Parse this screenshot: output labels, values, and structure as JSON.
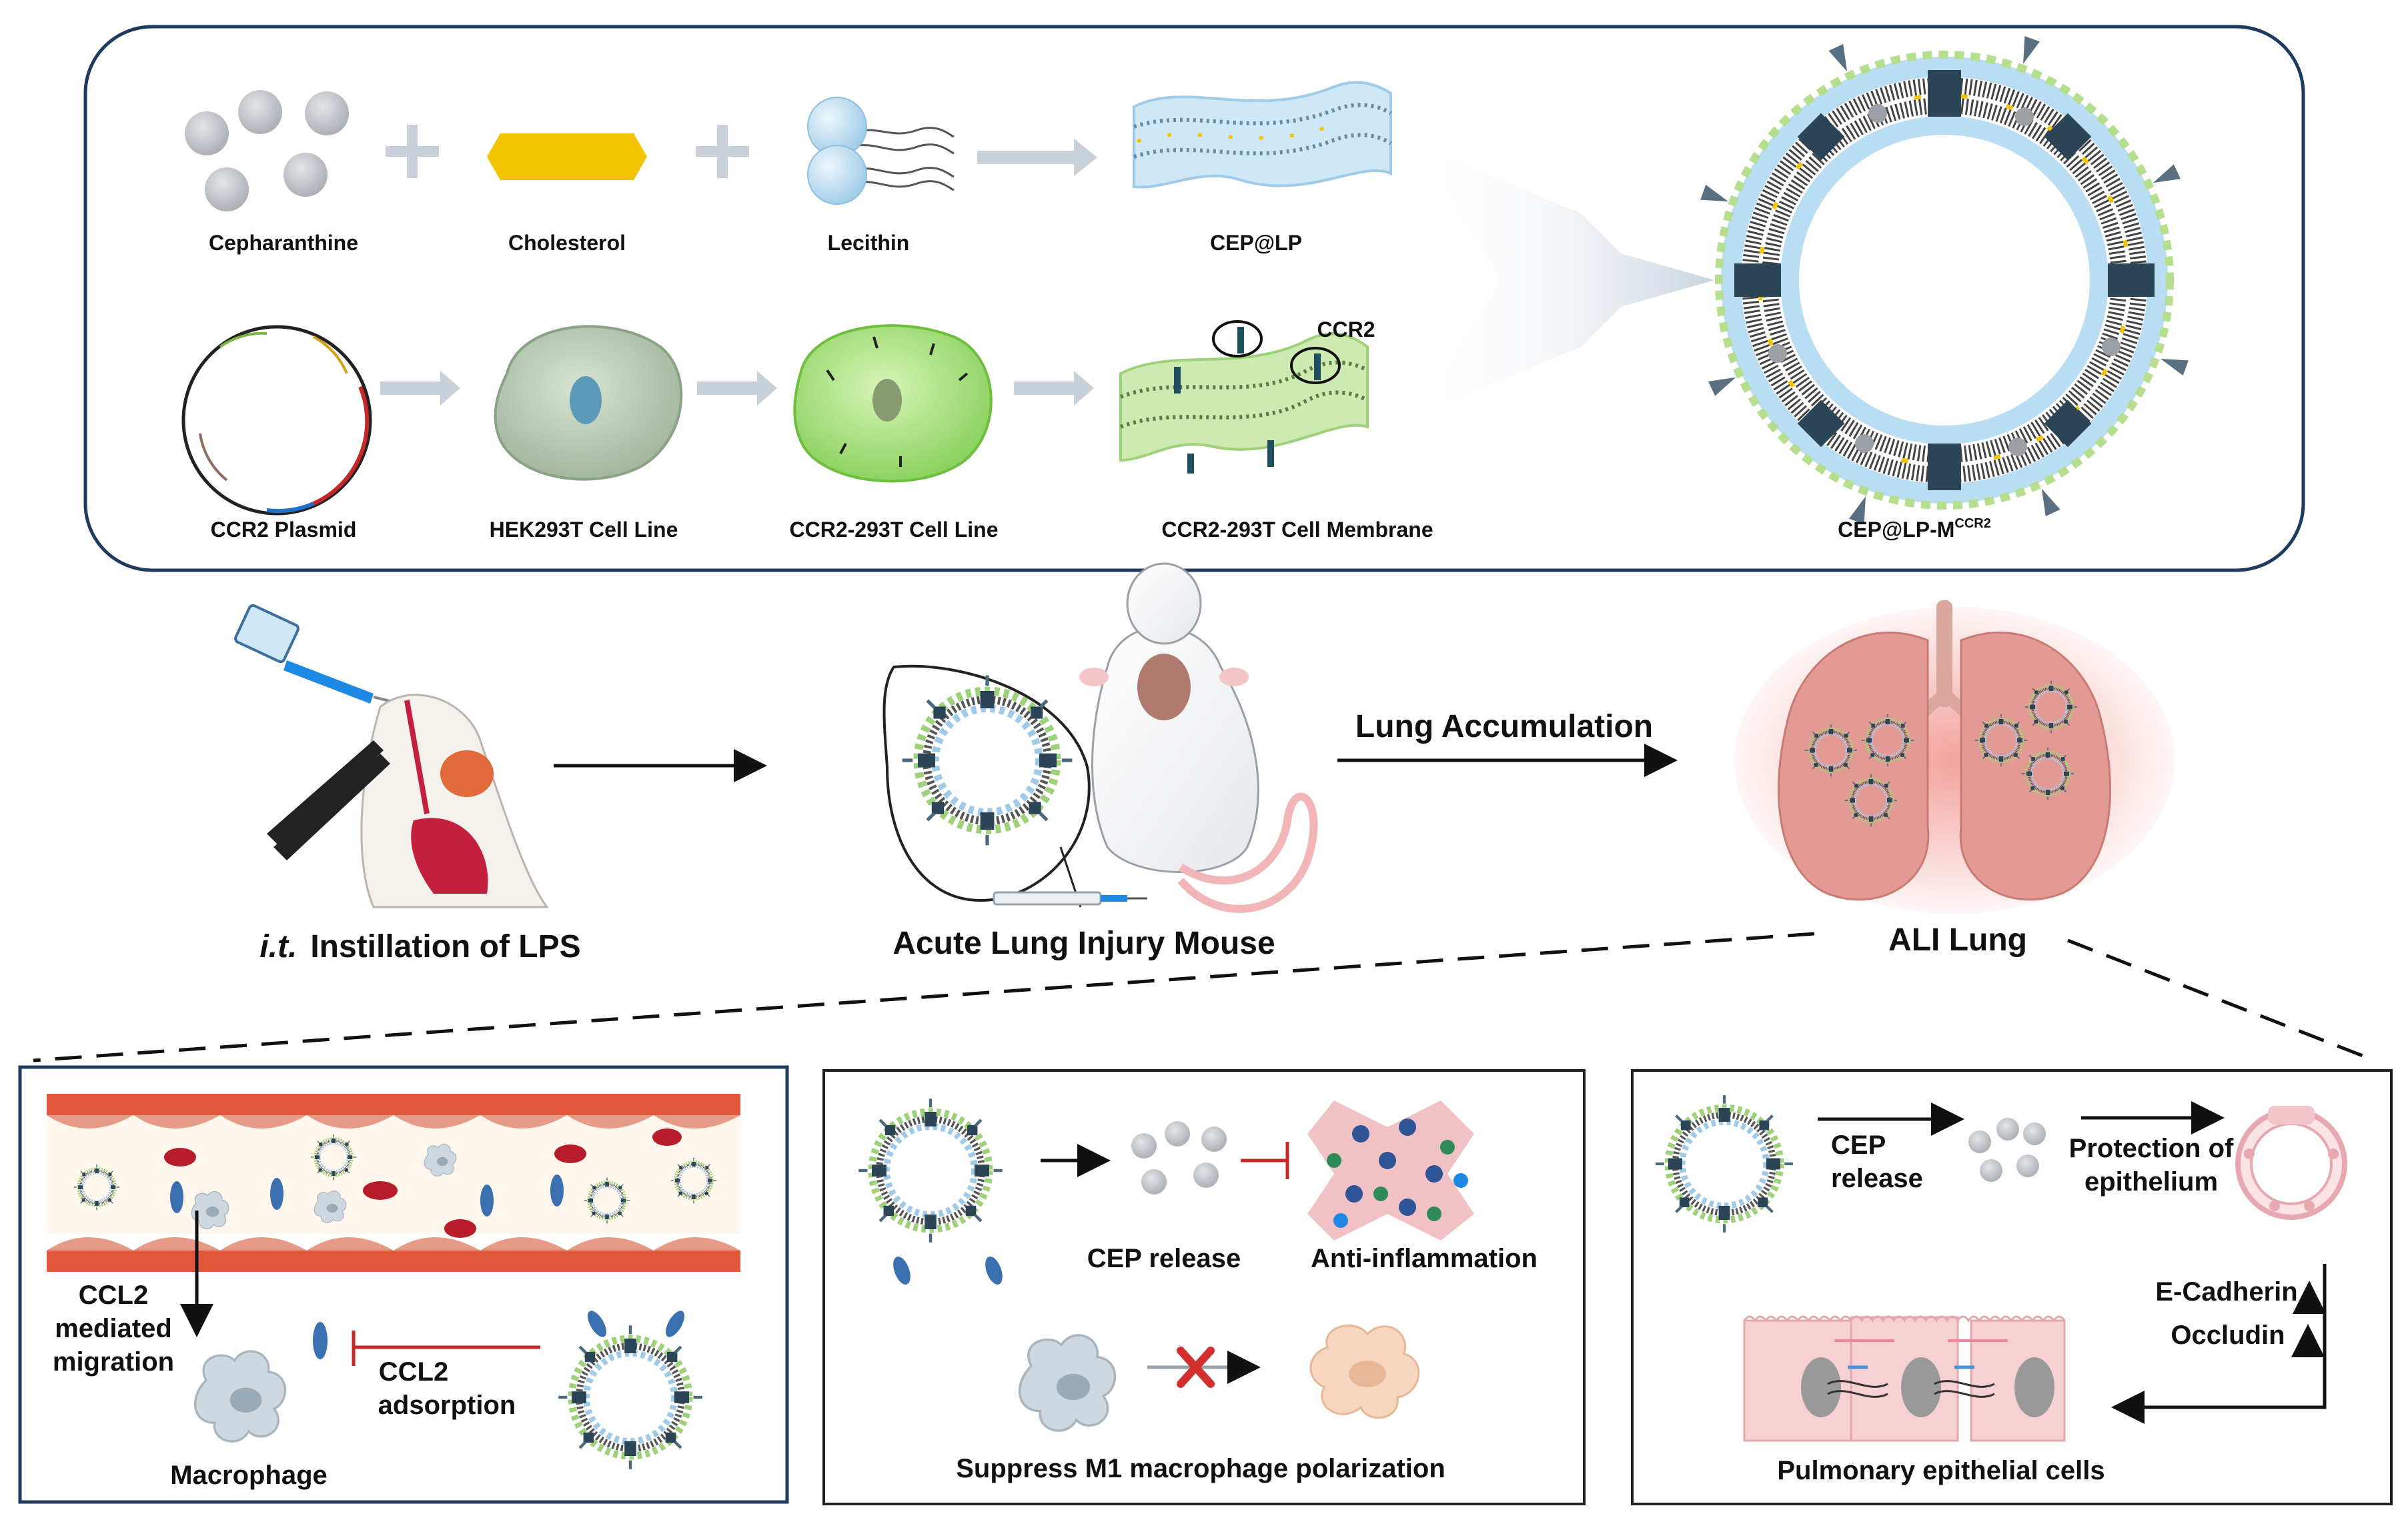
{
  "synthesis": {
    "row1": {
      "cepharanthine": "Cepharanthine",
      "cholesterol": "Cholesterol",
      "lecithin": "Lecithin",
      "cep_lp": "CEP@LP"
    },
    "row2": {
      "plasmid": "CCR2 Plasmid",
      "hek": "HEK293T Cell Line",
      "ccr2_cell": "CCR2-293T Cell Line",
      "membrane": "CCR2-293T  Cell Membrane",
      "ccr2_tag": "CCR2"
    },
    "product_main": "CEP@LP-M",
    "product_sup": "CCR2"
  },
  "workflow": {
    "it": "i.t.",
    "instillation": "Instillation of LPS",
    "mouse": "Acute Lung Injury Mouse",
    "accumulation": "Lung Accumulation",
    "ali_lung": "ALI Lung"
  },
  "panel1": {
    "ccl2_1": "CCL2",
    "ccl2_2": "mediated",
    "ccl2_3": "migration",
    "adsorb_1": "CCL2",
    "adsorb_2": "adsorption",
    "macrophage": "Macrophage"
  },
  "panel2": {
    "release": "CEP release",
    "anti": "Anti-inflammation",
    "suppress": "Suppress M1 macrophage polarization"
  },
  "panel3": {
    "cep_1": "CEP",
    "cep_2": "release",
    "protect_1": "Protection of",
    "protect_2": "epithelium",
    "ecad": "E-Cadherin",
    "occludin": "Occludin",
    "pulmonary": "Pulmonary epithelial cells"
  },
  "colors": {
    "frame": "#1f3a5f",
    "arrow_gray": "#c8d0da",
    "cholesterol": "#f5c400",
    "membrane_blue": "#b9ddf2",
    "membrane_green": "#b5df8e",
    "lung": "#e49a94",
    "vessel": "#e0573c",
    "inhibit": "#c62828"
  }
}
